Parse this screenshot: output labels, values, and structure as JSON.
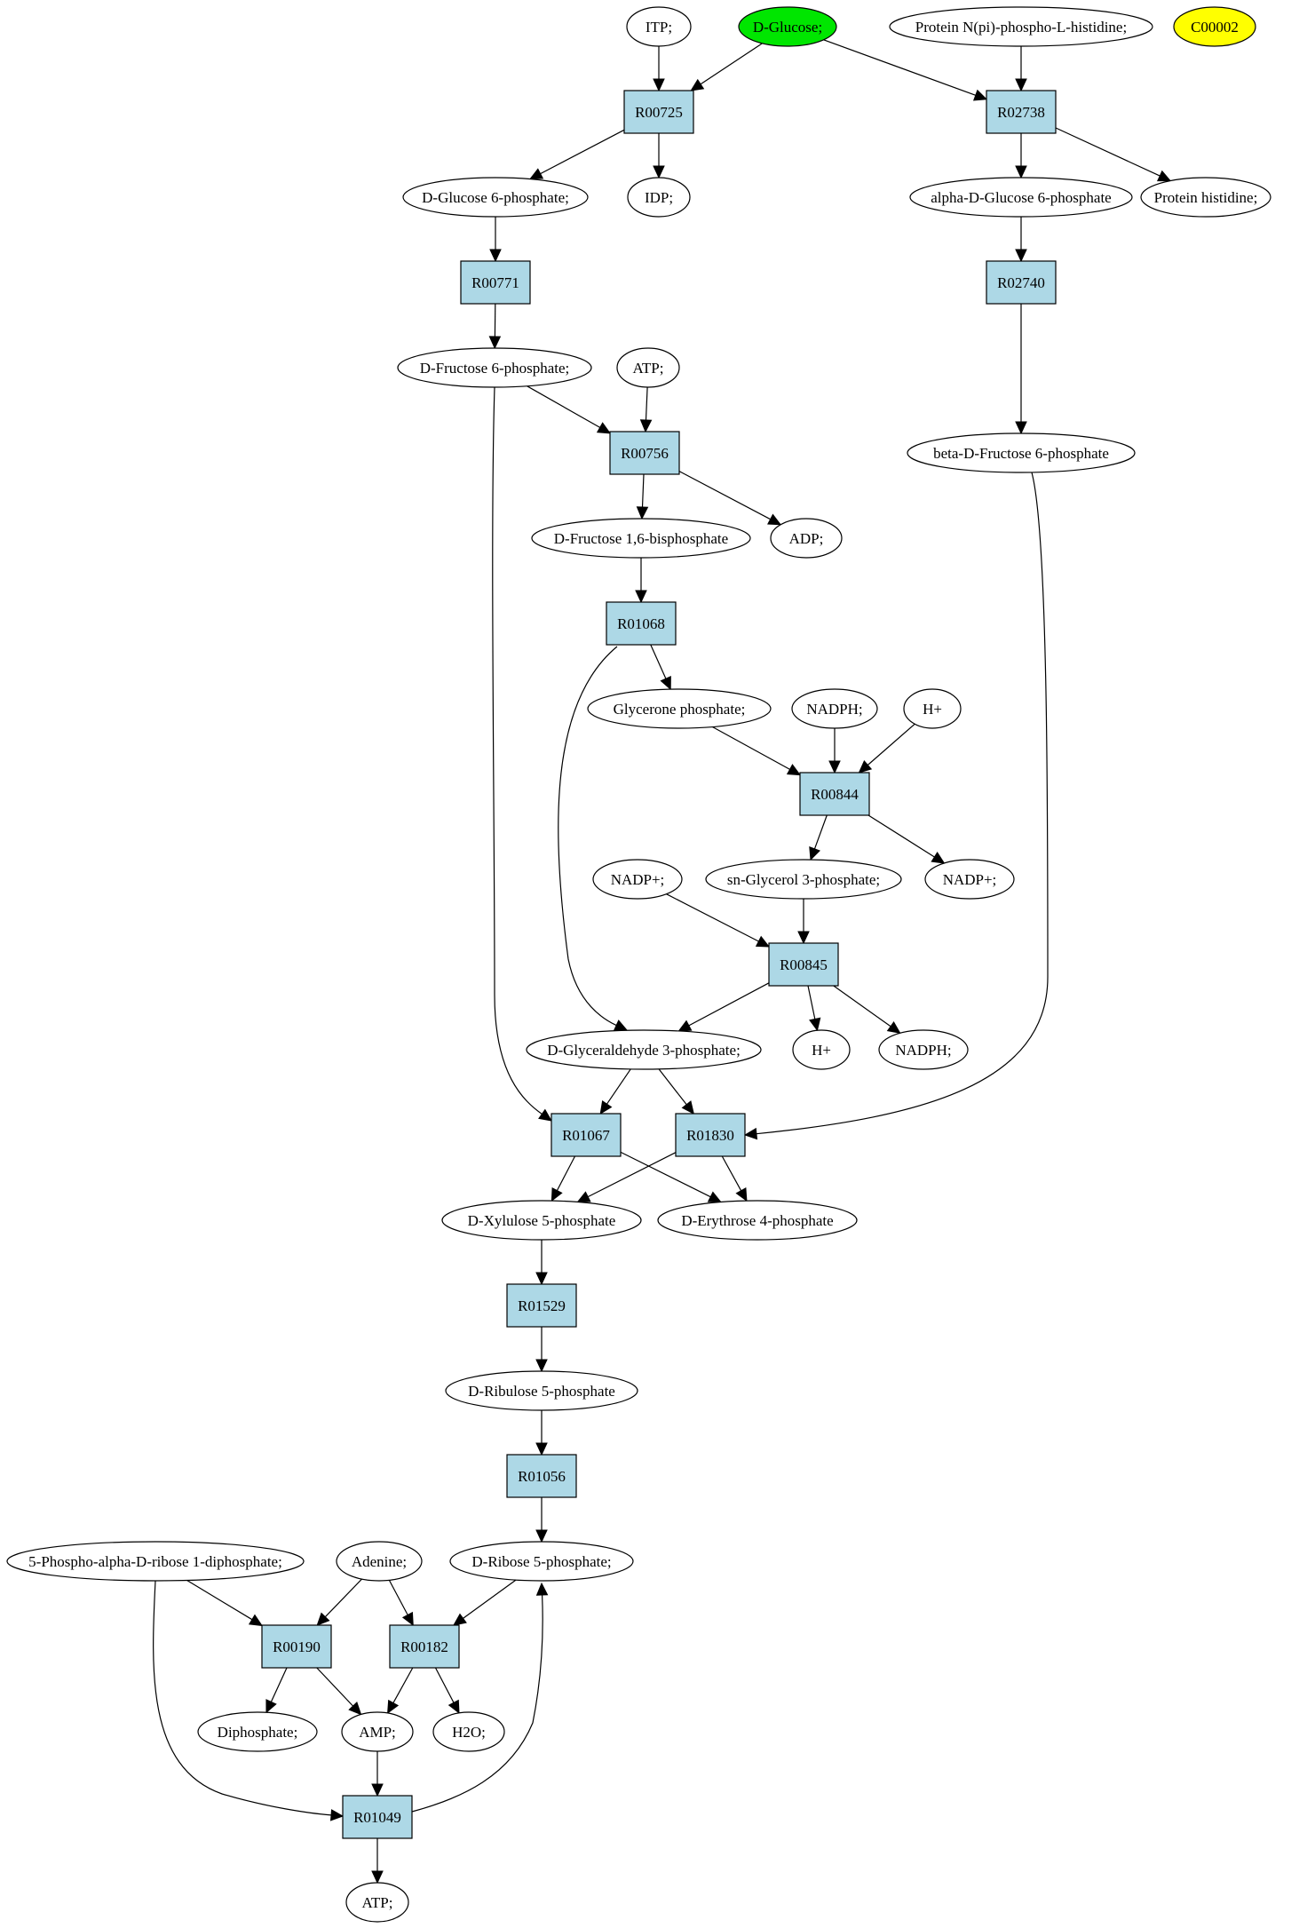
{
  "colors": {
    "background": "#ffffff",
    "reaction_fill": "#add8e6",
    "compound_fill": "#ffffff",
    "highlight_green": "#00e600",
    "highlight_yellow": "#ffff00",
    "stroke": "#000000"
  },
  "compounds": {
    "itp": {
      "label": "ITP;"
    },
    "dglucose": {
      "label": "D-Glucose;",
      "fill": "#00e600"
    },
    "protein_nphospho": {
      "label": "Protein N(pi)-phospho-L-histidine;"
    },
    "c00002": {
      "label": "C00002",
      "fill": "#ffff00"
    },
    "dg6p": {
      "label": "D-Glucose 6-phosphate;"
    },
    "idp": {
      "label": "IDP;"
    },
    "adg6p": {
      "label": "alpha-D-Glucose 6-phosphate"
    },
    "protein_his": {
      "label": "Protein histidine;"
    },
    "df6p": {
      "label": "D-Fructose 6-phosphate;"
    },
    "atp_top": {
      "label": "ATP;"
    },
    "bdf6p": {
      "label": "beta-D-Fructose 6-phosphate"
    },
    "dfbp": {
      "label": "D-Fructose 1,6-bisphosphate"
    },
    "adp": {
      "label": "ADP;"
    },
    "glycerone_p": {
      "label": "Glycerone phosphate;"
    },
    "nadph_a": {
      "label": "NADPH;"
    },
    "hplus_a": {
      "label": "H+"
    },
    "nadpplus_a": {
      "label": "NADP+;"
    },
    "sn_g3p": {
      "label": "sn-Glycerol 3-phosphate;"
    },
    "nadpplus_b": {
      "label": "NADP+;"
    },
    "dga3p": {
      "label": "D-Glyceraldehyde 3-phosphate;"
    },
    "hplus_b": {
      "label": "H+"
    },
    "nadph_b": {
      "label": "NADPH;"
    },
    "dx5p": {
      "label": "D-Xylulose 5-phosphate"
    },
    "de4p": {
      "label": "D-Erythrose 4-phosphate"
    },
    "dru5p": {
      "label": "D-Ribulose 5-phosphate"
    },
    "dr5p": {
      "label": "D-Ribose 5-phosphate;"
    },
    "prpp": {
      "label": "5-Phospho-alpha-D-ribose 1-diphosphate;"
    },
    "adenine": {
      "label": "Adenine;"
    },
    "diphosphate": {
      "label": "Diphosphate;"
    },
    "amp": {
      "label": "AMP;"
    },
    "h2o": {
      "label": "H2O;"
    },
    "atp_bottom": {
      "label": "ATP;"
    }
  },
  "reactions": {
    "R00725": {
      "label": "R00725"
    },
    "R02738": {
      "label": "R02738"
    },
    "R00771": {
      "label": "R00771"
    },
    "R02740": {
      "label": "R02740"
    },
    "R00756": {
      "label": "R00756"
    },
    "R01068": {
      "label": "R01068"
    },
    "R00844": {
      "label": "R00844"
    },
    "R00845": {
      "label": "R00845"
    },
    "R01067": {
      "label": "R01067"
    },
    "R01830": {
      "label": "R01830"
    },
    "R01529": {
      "label": "R01529"
    },
    "R01056": {
      "label": "R01056"
    },
    "R00190": {
      "label": "R00190"
    },
    "R00182": {
      "label": "R00182"
    },
    "R01049": {
      "label": "R01049"
    }
  },
  "edges": [
    [
      "itp",
      "R00725"
    ],
    [
      "dglucose",
      "R00725"
    ],
    [
      "dglucose",
      "R02738"
    ],
    [
      "protein_nphospho",
      "R02738"
    ],
    [
      "R00725",
      "dg6p"
    ],
    [
      "R00725",
      "idp"
    ],
    [
      "R02738",
      "adg6p"
    ],
    [
      "R02738",
      "protein_his"
    ],
    [
      "dg6p",
      "R00771"
    ],
    [
      "adg6p",
      "R02740"
    ],
    [
      "R00771",
      "df6p"
    ],
    [
      "R02740",
      "bdf6p"
    ],
    [
      "df6p",
      "R00756"
    ],
    [
      "atp_top",
      "R00756"
    ],
    [
      "R00756",
      "dfbp"
    ],
    [
      "R00756",
      "adp"
    ],
    [
      "dfbp",
      "R01068"
    ],
    [
      "R01068",
      "glycerone_p"
    ],
    [
      "R01068",
      "dga3p"
    ],
    [
      "glycerone_p",
      "R00844"
    ],
    [
      "nadph_a",
      "R00844"
    ],
    [
      "hplus_a",
      "R00844"
    ],
    [
      "R00844",
      "sn_g3p"
    ],
    [
      "R00844",
      "nadpplus_a"
    ],
    [
      "nadpplus_b",
      "R00845"
    ],
    [
      "sn_g3p",
      "R00845"
    ],
    [
      "R00845",
      "dga3p"
    ],
    [
      "R00845",
      "hplus_b"
    ],
    [
      "R00845",
      "nadph_b"
    ],
    [
      "df6p",
      "R01067"
    ],
    [
      "dga3p",
      "R01067"
    ],
    [
      "dga3p",
      "R01830"
    ],
    [
      "bdf6p",
      "R01830"
    ],
    [
      "R01067",
      "dx5p"
    ],
    [
      "R01067",
      "de4p"
    ],
    [
      "R01830",
      "dx5p"
    ],
    [
      "R01830",
      "de4p"
    ],
    [
      "dx5p",
      "R01529"
    ],
    [
      "R01529",
      "dru5p"
    ],
    [
      "dru5p",
      "R01056"
    ],
    [
      "R01056",
      "dr5p"
    ],
    [
      "prpp",
      "R00190"
    ],
    [
      "adenine",
      "R00190"
    ],
    [
      "adenine",
      "R00182"
    ],
    [
      "dr5p",
      "R00182"
    ],
    [
      "R00190",
      "diphosphate"
    ],
    [
      "R00190",
      "amp"
    ],
    [
      "R00182",
      "amp"
    ],
    [
      "R00182",
      "h2o"
    ],
    [
      "amp",
      "R01049"
    ],
    [
      "prpp",
      "R01049"
    ],
    [
      "R01049",
      "dr5p"
    ],
    [
      "R01049",
      "atp_bottom"
    ]
  ]
}
